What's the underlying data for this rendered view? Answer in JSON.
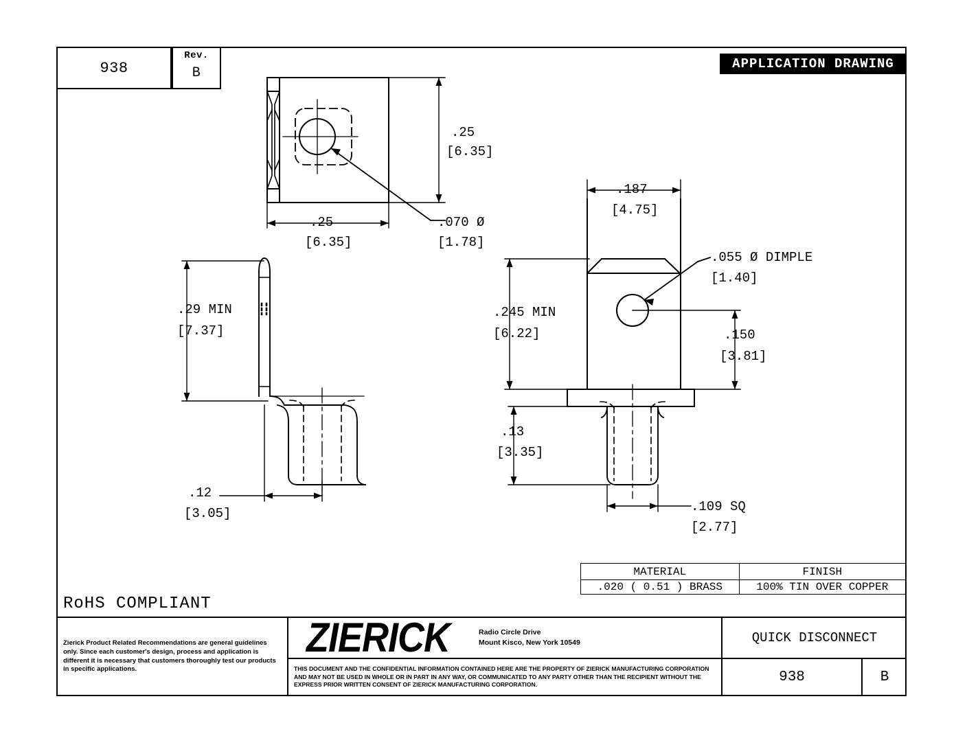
{
  "header": {
    "part_number": "938",
    "rev_label": "Rev.",
    "rev_value": "B",
    "banner": "APPLICATION DRAWING"
  },
  "views": {
    "top_view": {
      "dims": [
        {
          "name": "height",
          "inch": ".25",
          "mm": "[6.35]"
        },
        {
          "name": "width",
          "inch": ".25",
          "mm": "[6.35]"
        },
        {
          "name": "hole",
          "inch": ".070",
          "mm": "[1.78]",
          "symbol": "Ø"
        }
      ]
    },
    "side_view": {
      "dims": [
        {
          "name": "blade-height",
          "inch": ".29",
          "note": "MIN",
          "mm": "[7.37]"
        },
        {
          "name": "offset",
          "inch": ".12",
          "mm": "[3.05]"
        }
      ]
    },
    "front_view": {
      "dims": [
        {
          "name": "tab-width",
          "inch": ".187",
          "mm": "[4.75]"
        },
        {
          "name": "tab-height",
          "inch": ".245",
          "note": "MIN",
          "mm": "[6.22]"
        },
        {
          "name": "dimple",
          "inch": ".055",
          "symbol": "Ø",
          "note": "DIMPLE",
          "mm": "[1.40]"
        },
        {
          "name": "shoulder",
          "inch": ".150",
          "mm": "[3.81]"
        },
        {
          "name": "post-height",
          "inch": ".13",
          "mm": "[3.35]"
        },
        {
          "name": "post-width",
          "inch": ".109",
          "note": "SQ",
          "mm": "[2.77]"
        }
      ]
    }
  },
  "spec_table": {
    "headers": [
      "MATERIAL",
      "FINISH"
    ],
    "values": [
      ".020 ( 0.51 ) BRASS",
      "100% TIN OVER COPPER"
    ]
  },
  "compliance": "RoHS  COMPLIANT",
  "title_block": {
    "disclaimer": "Zierick Product Related Recommendations are general guidelines only. Since each customer's design, process and application is different it is necessary that customers thoroughly test our products in specific applications.",
    "company": "ZIERICK",
    "address_line1": "Radio Circle Drive",
    "address_line2": "Mount Kisco, New York 10549",
    "legal": "THIS DOCUMENT AND THE CONFIDENTIAL INFORMATION CONTAINED HERE ARE THE PROPERTY OF ZIERICK MANUFACTURING CORPORATION AND MAY NOT BE USED IN WHOLE OR IN PART IN ANY WAY, OR COMMUNICATED TO ANY PARTY OTHER THAN THE RECIPIENT WITHOUT THE EXPRESS PRIOR WRITTEN CONSENT OF ZIERICK MANUFACTURING CORPORATION.",
    "product_name": "QUICK DISCONNECT",
    "part_number": "938",
    "rev": "B"
  },
  "dim_text": {
    "tv_h_in": ".25",
    "tv_h_mm": "[6.35]",
    "tv_w_in": ".25",
    "tv_w_mm": "[6.35]",
    "tv_hole_in": ".070   Ø",
    "tv_hole_mm": "[1.78]",
    "sv_h_in": ".29   MIN",
    "sv_h_mm": "[7.37]",
    "sv_o_in": ".12",
    "sv_o_mm": "[3.05]",
    "fv_w_in": ".187",
    "fv_w_mm": "[4.75]",
    "fv_h_in": ".245  MIN",
    "fv_h_mm": "[6.22]",
    "fv_d_in": ".055   Ø  DIMPLE",
    "fv_d_mm": "[1.40]",
    "fv_s_in": ".150",
    "fv_s_mm": "[3.81]",
    "fv_p_in": ".13",
    "fv_p_mm": "[3.35]",
    "fv_sq_in": ".109  SQ",
    "fv_sq_mm": "[2.77]"
  }
}
